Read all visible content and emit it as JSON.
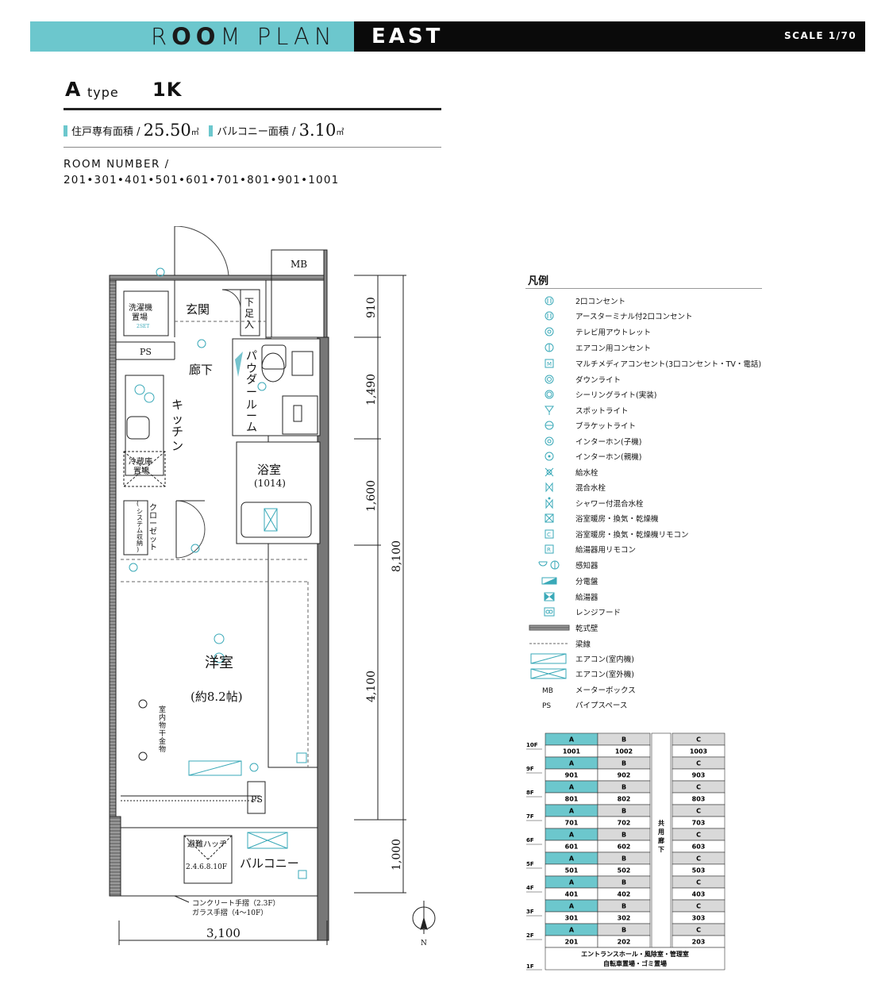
{
  "header": {
    "title_pre": "R",
    "title_oo": "OO",
    "title_post": "M PLAN",
    "wing": "EAST",
    "scale": "SCALE 1/70"
  },
  "unit_type": {
    "letter": "A",
    "word": "type",
    "layout": "1K"
  },
  "areas": {
    "private_label": "住戸専有面積 /",
    "private_value": "25.50",
    "balcony_label": "バルコニー面積 /",
    "balcony_value": "3.10",
    "unit": "㎡"
  },
  "room_numbers": {
    "label": "ROOM NUMBER /",
    "list": "201•301•401•501•601•701•801•901•1001"
  },
  "plan": {
    "rooms": {
      "genkan": "玄関",
      "getabako": [
        "下",
        "足",
        "入"
      ],
      "washer": [
        "洗濯機",
        "置場"
      ],
      "ps": "PS",
      "mb": "MB",
      "corridor": "廊下",
      "kitchen": [
        "キ",
        "ッ",
        "チ",
        "ン"
      ],
      "powder": [
        "パ",
        "ウ",
        "ダ",
        "ー",
        "ル",
        "ー",
        "ム"
      ],
      "bath": "浴室",
      "bath_size": "(1014)",
      "fridge": [
        "冷蔵庫",
        "置場"
      ],
      "closet": [
        "ク",
        "ロ",
        "ー",
        "ゼ",
        "ッ",
        "ト"
      ],
      "closet_note": [
        "(",
        "シ",
        "ス",
        "テ",
        "ム",
        "収",
        "納",
        ")"
      ],
      "western": "洋室",
      "western_size": "(約8.2帖)",
      "hanger": [
        "室",
        "内",
        "物",
        "干",
        "金",
        "物"
      ],
      "hatch": "避難ハッチ",
      "hatch_floors": "2.4.6.8.10F",
      "balcony": "バルコニー",
      "rail1": "コンクリート手摺（2.3F）",
      "rail2": "ガラス手摺（4～10F）",
      "north": "N",
      "eco_2set": "2SET"
    },
    "dims": {
      "width": "3,100",
      "d1": "910",
      "d2": "1,490",
      "d3": "1,600",
      "d4": "4,100",
      "total": "8,100",
      "balcony": "1,000"
    }
  },
  "legend": {
    "title": "凡例",
    "items": [
      {
        "icon": "outlet-2",
        "label": "2口コンセント"
      },
      {
        "icon": "outlet-earth-2",
        "label": "アースターミナル付2口コンセント"
      },
      {
        "icon": "tv-outlet",
        "label": "テレビ用アウトレット"
      },
      {
        "icon": "aircon-outlet",
        "label": "エアコン用コンセント"
      },
      {
        "icon": "multimedia-outlet",
        "label": "マルチメディアコンセント(3口コンセント・TV・電話)"
      },
      {
        "icon": "downlight",
        "label": "ダウンライト"
      },
      {
        "icon": "ceiling-light",
        "label": "シーリングライト(実装)"
      },
      {
        "icon": "spotlight",
        "label": "スポットライト"
      },
      {
        "icon": "bracket-light",
        "label": "ブラケットライト"
      },
      {
        "icon": "intercom-sub",
        "label": "インターホン(子機)"
      },
      {
        "icon": "intercom-main",
        "label": "インターホン(親機)"
      },
      {
        "icon": "water-tap",
        "label": "給水栓"
      },
      {
        "icon": "mixing-tap",
        "label": "混合水栓"
      },
      {
        "icon": "shower-tap",
        "label": "シャワー付混合水栓"
      },
      {
        "icon": "bath-dryer",
        "label": "浴室暖房・換気・乾燥機"
      },
      {
        "icon": "bath-dryer-remote",
        "label": "浴室暖房・換気・乾燥機リモコン"
      },
      {
        "icon": "water-heater-remote",
        "label": "給湯器用リモコン"
      },
      {
        "icon": "detector",
        "label": "感知器"
      },
      {
        "icon": "distribution-board",
        "label": "分電盤"
      },
      {
        "icon": "water-heater",
        "label": "給湯器"
      },
      {
        "icon": "range-hood",
        "label": "レンジフード"
      },
      {
        "icon": "dry-wall",
        "label": "乾式壁"
      },
      {
        "icon": "beam-line",
        "label": "梁線"
      },
      {
        "icon": "aircon-indoor",
        "label": "エアコン(室内機)"
      },
      {
        "icon": "aircon-outdoor",
        "label": "エアコン(室外機)"
      },
      {
        "icon": "MB",
        "label": "メーターボックス"
      },
      {
        "icon": "PS",
        "label": "パイプスペース"
      }
    ]
  },
  "floor_table": {
    "corridor": [
      "共",
      "用",
      "廊",
      "下"
    ],
    "floors": [
      {
        "floor": "10F",
        "a": "1001",
        "b": "1002",
        "c": "1003"
      },
      {
        "floor": "9F",
        "a": "901",
        "b": "902",
        "c": "903"
      },
      {
        "floor": "8F",
        "a": "801",
        "b": "802",
        "c": "803"
      },
      {
        "floor": "7F",
        "a": "701",
        "b": "702",
        "c": "703"
      },
      {
        "floor": "6F",
        "a": "601",
        "b": "602",
        "c": "603"
      },
      {
        "floor": "5F",
        "a": "501",
        "b": "502",
        "c": "503"
      },
      {
        "floor": "4F",
        "a": "401",
        "b": "402",
        "c": "403"
      },
      {
        "floor": "3F",
        "a": "301",
        "b": "302",
        "c": "303"
      },
      {
        "floor": "2F",
        "a": "201",
        "b": "202",
        "c": "203"
      }
    ],
    "type_a": "A",
    "type_b": "B",
    "type_c": "C",
    "ground_floor": "1F",
    "ground_line1": "エントランスホール・風除室・管理室",
    "ground_line2": "自転車置場・ゴミ置場"
  },
  "colors": {
    "teal": "#6cc7cd",
    "black": "#0a0a0a",
    "gray": "#d9d9d9",
    "symbol": "#3aa9b8"
  }
}
